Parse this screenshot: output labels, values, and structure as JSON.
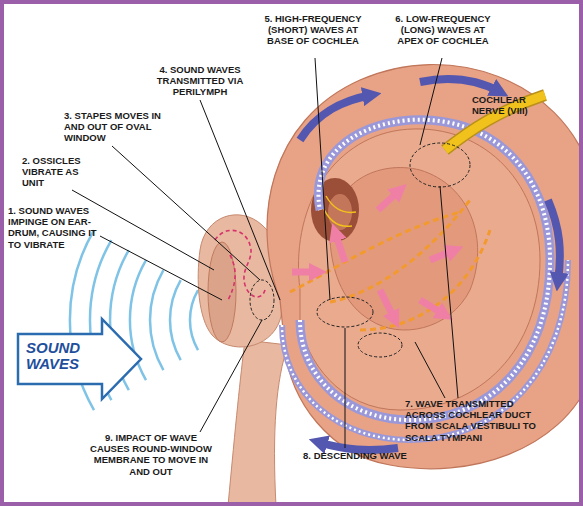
{
  "diagram": {
    "nodes": [
      {
        "text": [
          "SOUND WAVES"
        ]
      }
    ],
    "labels": [
      "1. SOUND WAVES IMPINGE ON EAR- DRUM, CAUSING IT TO VIBRATE",
      "2. OSSICLES VIBRATE AS UNIT",
      "3. STAPES MOVES IN AND OUT OF OVAL WINDOW",
      "4. SOUND WAVES TRANSMITTED VIA PERILYMPH",
      "5. HIGH-FREQUENCY (SHORT) WAVES AT BASE OF COCHLEA",
      "6. LOW-FREQUENCY (LONG) WAVES AT APEX OF COCHLEA",
      "COCHLEAR NERVE (VIII)",
      "7. WAVE TRANSMITTED ACROSS COCHLEAR DUCT FROM SCALA VESTIBULI TO SCALA TYMPANI",
      "8. DESCENDING WAVE",
      "9. IMPACT OF WAVE CAUSES ROUND-WINDOW MEMBRANE TO MOVE IN AND OUT"
    ]
  }
}
